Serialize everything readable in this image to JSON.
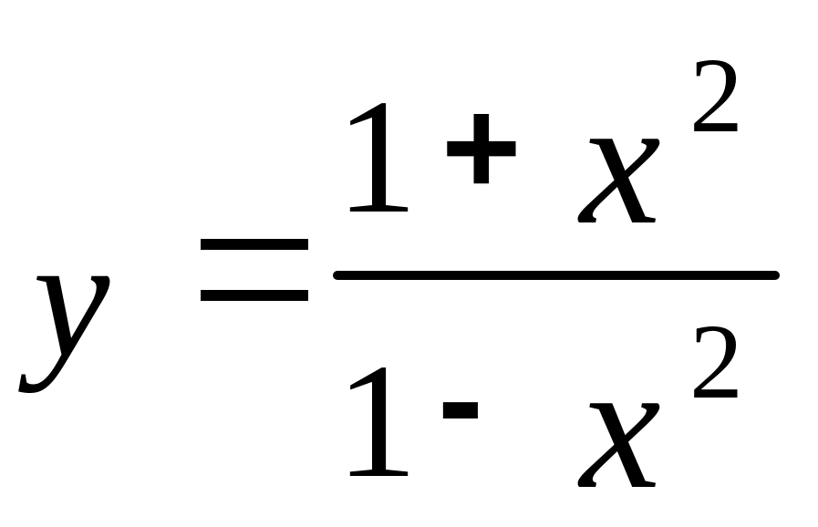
{
  "equation": {
    "lhs_variable": "y",
    "equals_sign": "=",
    "numerator": {
      "constant": "1",
      "operator": "+",
      "variable": "x",
      "exponent": "2"
    },
    "denominator": {
      "constant": "1",
      "operator": "-",
      "variable": "x",
      "exponent": "2"
    }
  },
  "colors": {
    "ink": "#000000",
    "background": "#ffffff"
  }
}
